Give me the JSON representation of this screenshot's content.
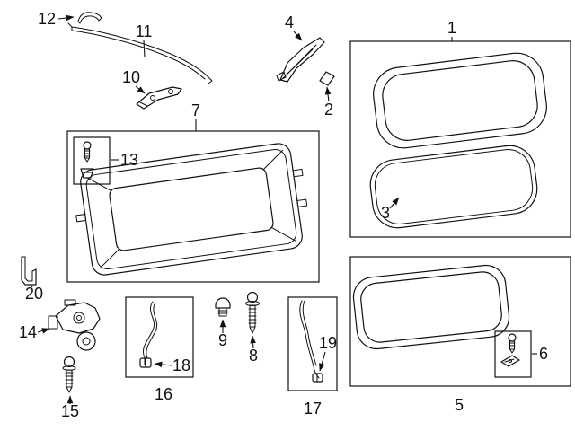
{
  "diagram": {
    "background_color": "#ffffff",
    "line_color": "#111111",
    "text_color": "#111111",
    "callouts": {
      "1": "1",
      "2": "2",
      "3": "3",
      "4": "4",
      "5": "5",
      "6": "6",
      "7": "7",
      "8": "8",
      "9": "9",
      "10": "10",
      "11": "11",
      "12": "12",
      "13": "13",
      "14": "14",
      "15": "15",
      "16": "16",
      "17": "17",
      "18": "18",
      "19": "19",
      "20": "20"
    }
  }
}
